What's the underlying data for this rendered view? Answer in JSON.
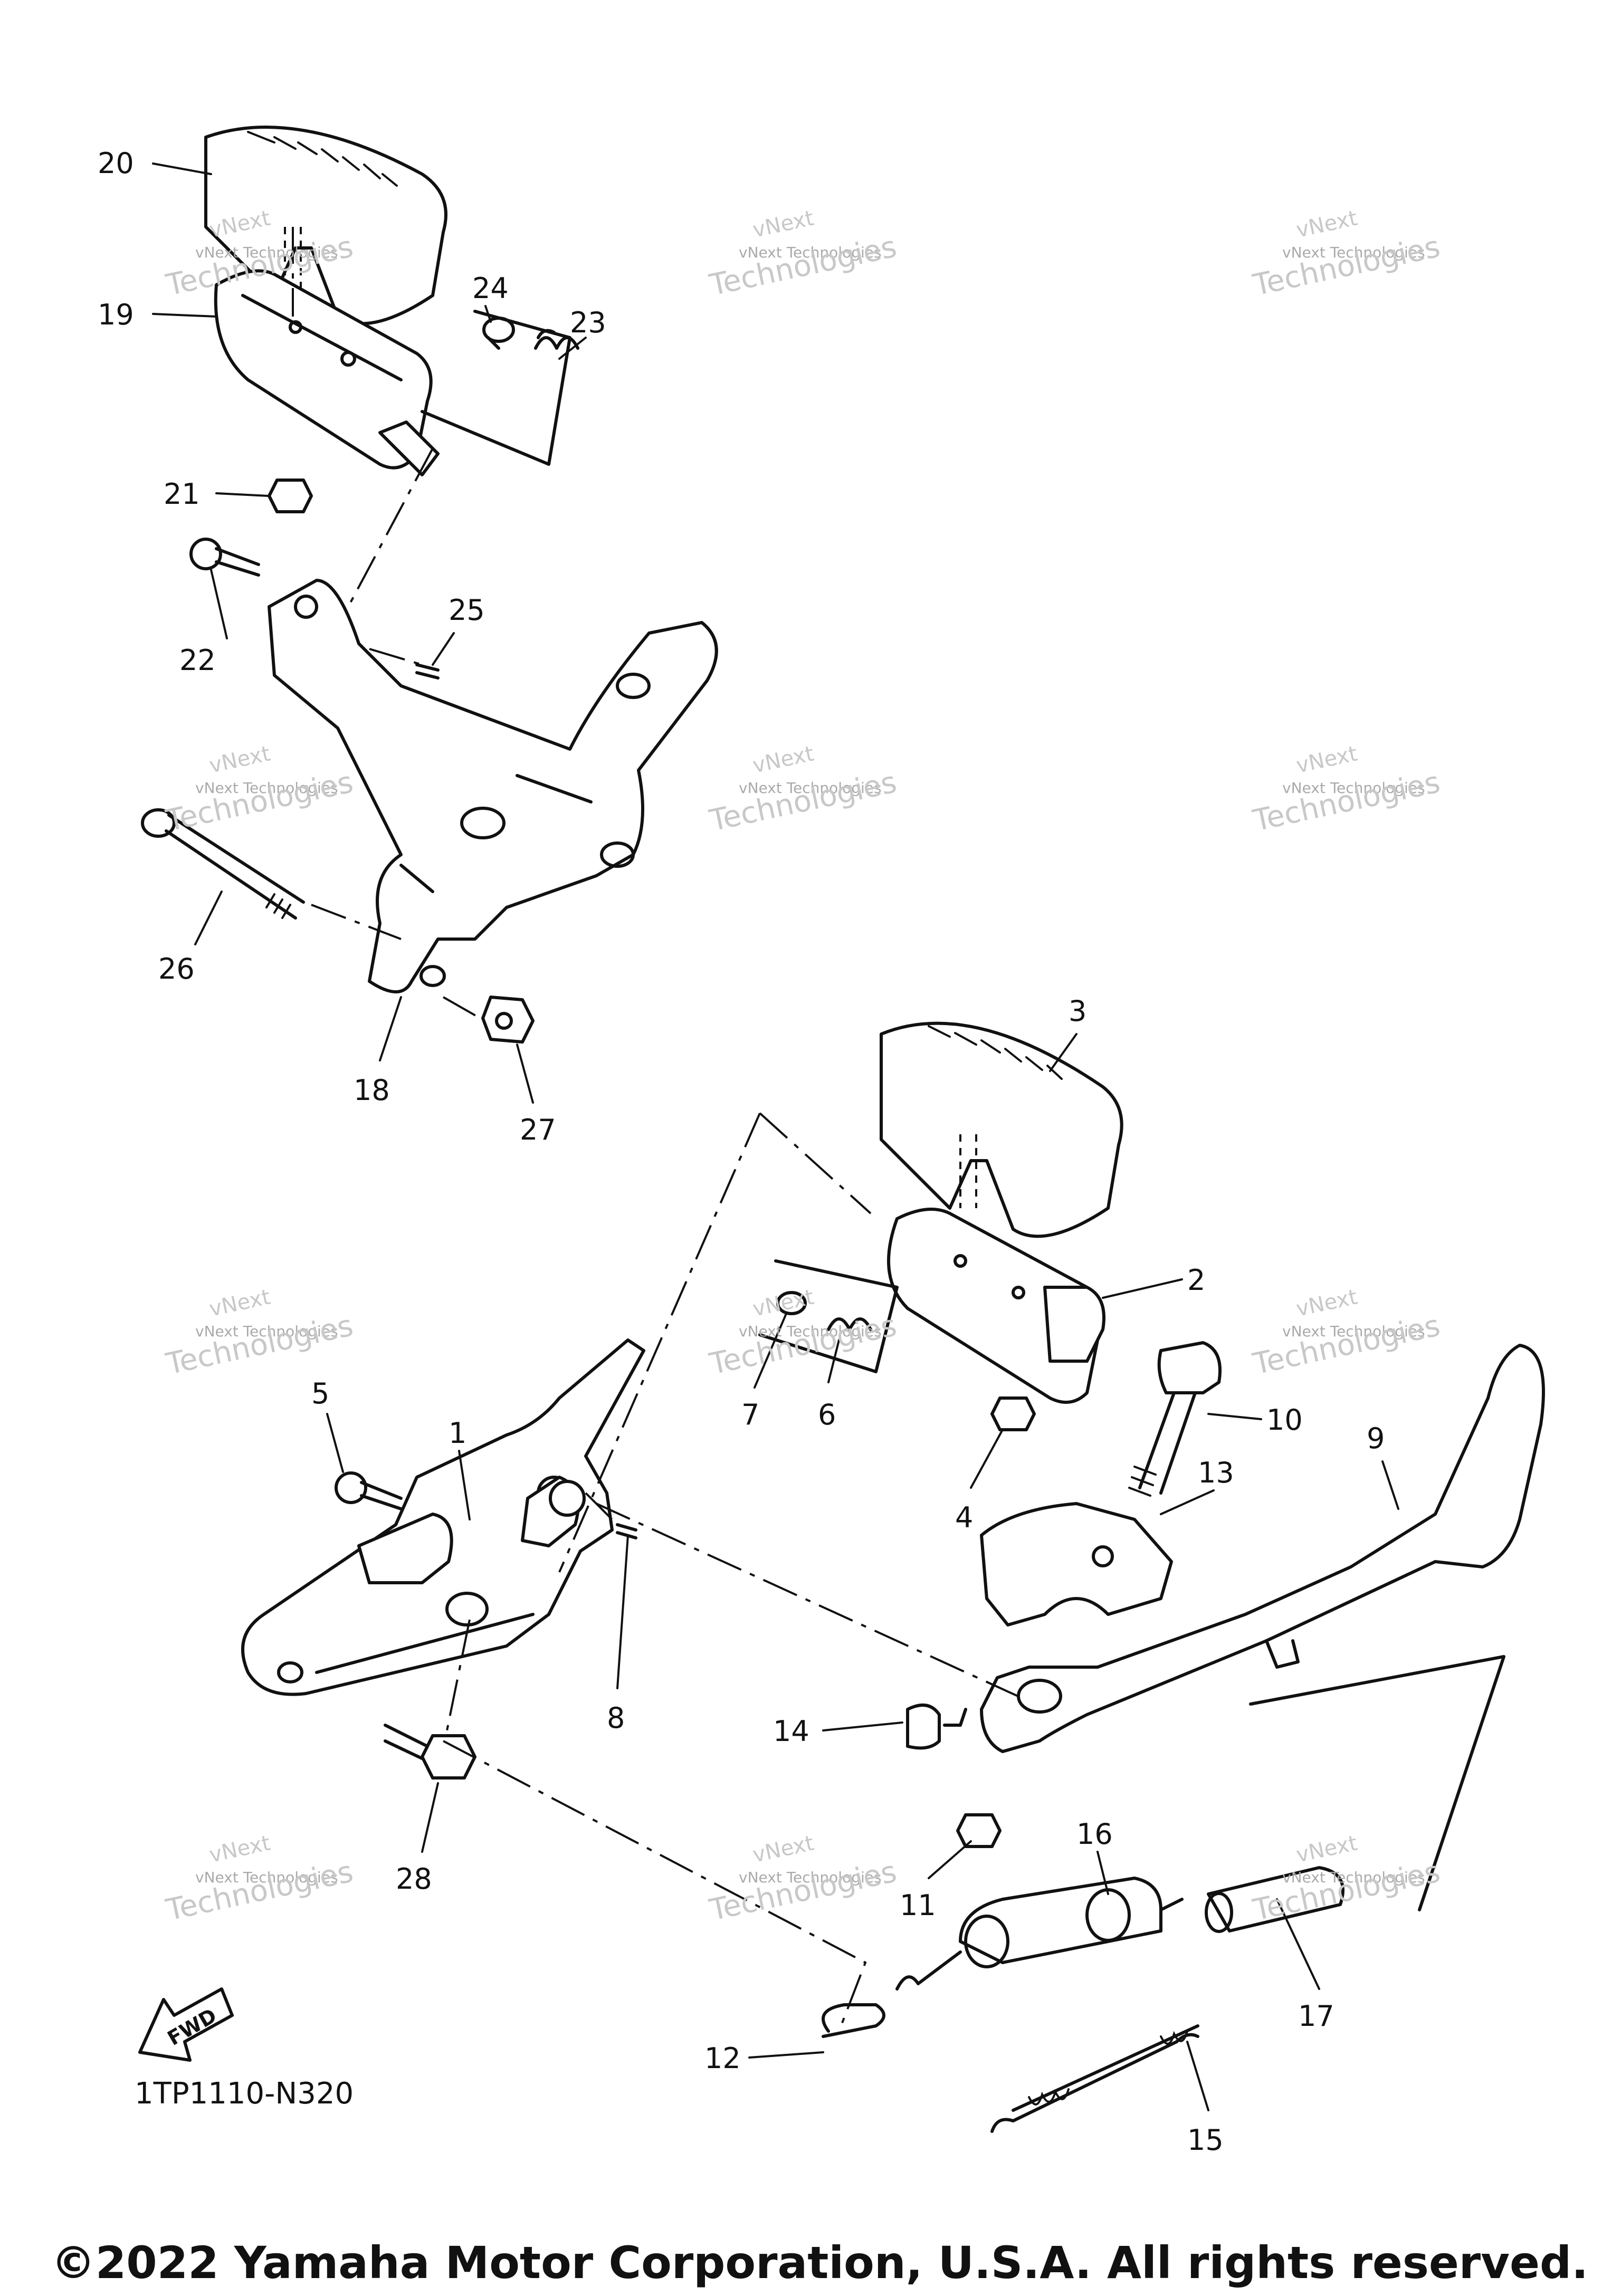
{
  "diagram": {
    "callouts": {
      "c1": "1",
      "c2": "2",
      "c3": "3",
      "c4": "4",
      "c5": "5",
      "c6": "6",
      "c7": "7",
      "c8": "8",
      "c9": "9",
      "c10": "10",
      "c11": "11",
      "c12": "12",
      "c13": "13",
      "c14": "14",
      "c15": "15",
      "c16": "16",
      "c17": "17",
      "c18": "18",
      "c19": "19",
      "c20": "20",
      "c21": "21",
      "c22": "22",
      "c23": "23",
      "c24": "24",
      "c25": "25",
      "c26": "26",
      "c27": "27",
      "c28": "28"
    },
    "fwd_label": "FWD",
    "diagram_code": "1TP1110-N320",
    "watermark_line1": "vNext Technologies",
    "watermark_line2": "vNext",
    "watermark_line3": "Technologies"
  },
  "footer": {
    "copyright": "©2022 Yamaha Motor Corporation, U.S.A. All rights reserved."
  }
}
